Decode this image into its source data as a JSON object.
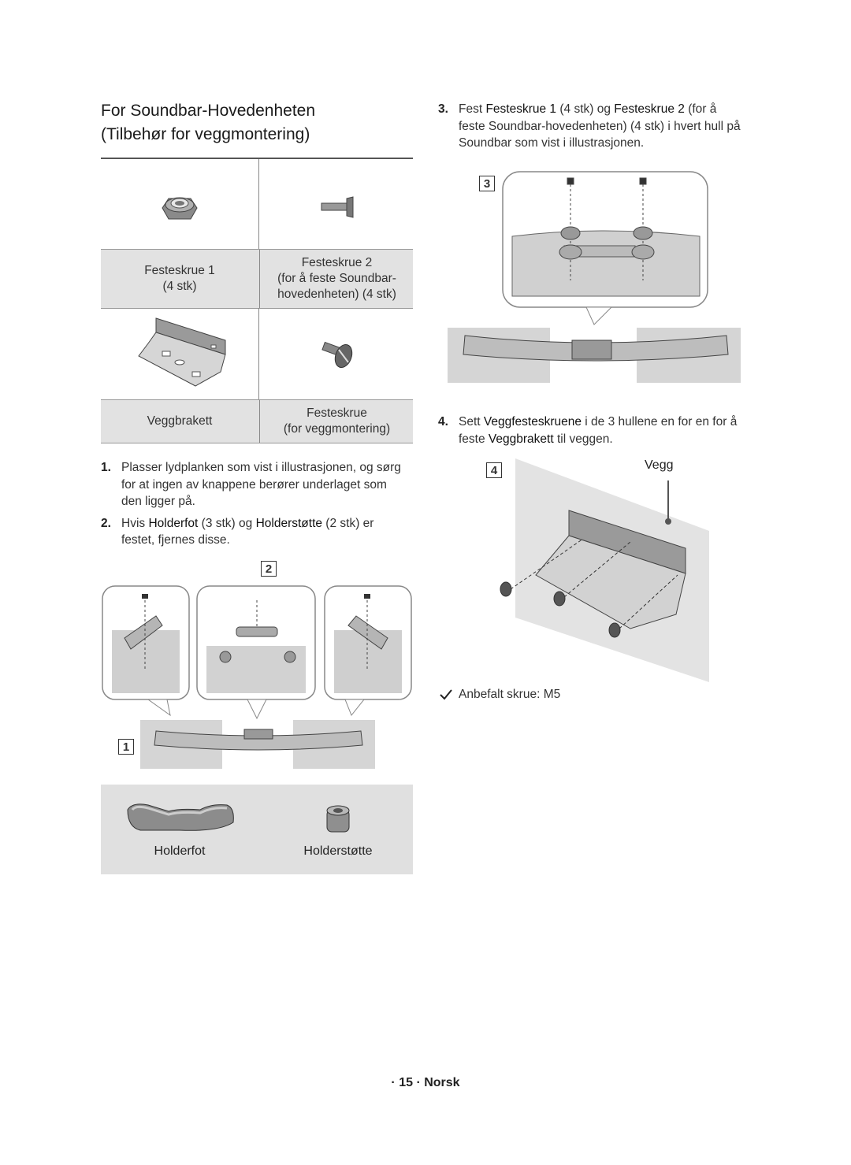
{
  "section": {
    "title_line1": "For Soundbar-Hovedenheten",
    "title_line2": "(Tilbehør for veggmontering)"
  },
  "parts_table": {
    "row1": {
      "left_name": "Festeskrue 1",
      "left_qty": "(4 stk)",
      "right_name": "Festeskrue 2",
      "right_desc1": "(for å feste Soundbar-",
      "right_desc2": "hovedenheten) (4 stk)"
    },
    "row2": {
      "left_name": "Veggbrakett",
      "right_name": "Festeskrue",
      "right_desc": "(for veggmontering)"
    }
  },
  "steps": {
    "s1": {
      "num": "1.",
      "text": "Plasser lydplanken som vist i illustrasjonen, og sørg for at ingen av knappene berører underlaget som den ligger på."
    },
    "s2": {
      "num": "2.",
      "pre": "Hvis ",
      "b1": "Holderfot",
      "mid1": " (3 stk) og ",
      "b2": "Holderstøtte",
      "post": " (2 stk) er festet, fjernes disse."
    },
    "s3": {
      "num": "3.",
      "pre": "Fest ",
      "b1": "Festeskrue 1",
      "mid1": " (4 stk) og ",
      "b2": "Festeskrue 2",
      "post": " (for å feste Soundbar-hovedenheten) (4 stk) i hvert hull på Soundbar som vist i illustrasjonen."
    },
    "s4": {
      "num": "4.",
      "pre": "Sett ",
      "b1": "Veggfesteskruene",
      "mid1": " i de 3 hullene en for en for å feste ",
      "b2": "Veggbrakett",
      "post": " til veggen."
    }
  },
  "figures": {
    "badge1": "1",
    "badge2": "2",
    "badge3": "3",
    "badge4": "4",
    "wall_label": "Vegg"
  },
  "holders": {
    "left_label": "Holderfot",
    "right_label": "Holderstøtte"
  },
  "note": {
    "icon": "check-icon",
    "text": "Anbefalt skrue: M5"
  },
  "footer": {
    "page": "· 15 · Norsk"
  }
}
